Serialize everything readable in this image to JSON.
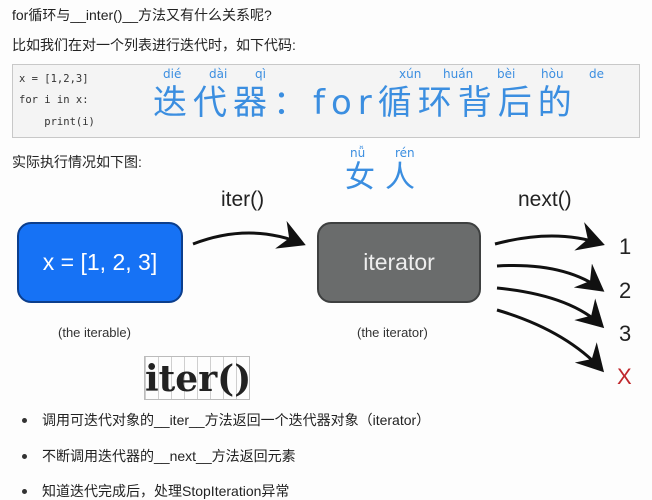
{
  "heading": "for循环与__inter()__方法又有什么关系呢?",
  "intro": "比如我们在对一个列表进行迭代时，如下代码:",
  "code_lines": [
    "x = [1,2,3]",
    "for i in x:",
    "    print(i)"
  ],
  "handwritten_title": {
    "text": "迭代器：for循环背后的",
    "pinyin": [
      "dié",
      "dài",
      "qì",
      "xún",
      "huán",
      "bèi",
      "hòu",
      "de"
    ]
  },
  "section_label": "实际执行情况如下图:",
  "handwritten_note": {
    "text": "女人",
    "pinyin": [
      "nǚ",
      "rén"
    ]
  },
  "diagram": {
    "iterable_box": "x = [1, 2, 3]",
    "iterable_caption": "(the iterable)",
    "iter_label": "iter()",
    "iterator_box": "iterator",
    "iterator_caption": "(the iterator)",
    "next_label": "next()",
    "outputs": [
      "1",
      "2",
      "3",
      "X"
    ],
    "colors": {
      "iterable": "#1672f5",
      "iterator": "#6a6c6c",
      "stop": "#c0282d"
    }
  },
  "overlay_text": "iter()",
  "bullets": [
    "调用可迭代对象的__iter__方法返回一个迭代器对象（iterator）",
    "不断调用迭代器的__next__方法返回元素",
    "知道迭代完成后，处理StopIteration异常"
  ]
}
